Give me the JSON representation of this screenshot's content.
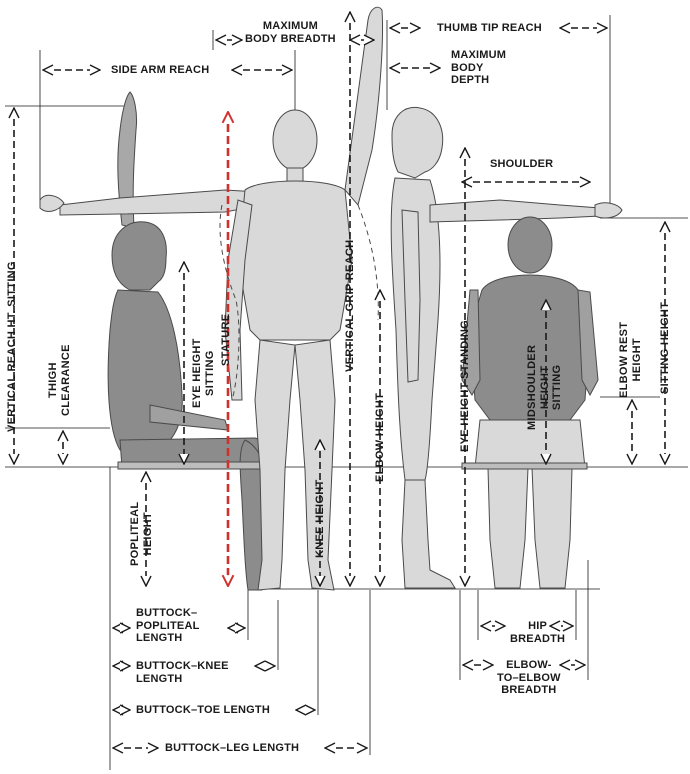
{
  "labels": {
    "max_body_breadth": "MAXIMUM\nBODY BREADTH",
    "thumb_tip_reach": "THUMB TIP REACH",
    "side_arm_reach": "SIDE ARM REACH",
    "max_body_depth": "MAXIMUM\nBODY\nDEPTH",
    "shoulder": "SHOULDER",
    "vertical_reach_sitting": "VERTICAL REACH HT. SITTING",
    "thigh_clearance": "THIGH\nCLEARANCE",
    "eye_height_sitting": "EYE HEIGHT\nSITTING",
    "stature": "STATURE",
    "vertical_grip_reach": "VERTICAL GRIP REACH",
    "elbow_height": "ELBOW HEIGHT",
    "eye_height_standing": "EYE HEIGHT STANDING",
    "midshoulder_height_sitting": "MIDSHOULDER\nHEIGHT\nSITTING",
    "elbow_rest_height": "ELBOW REST\nHEIGHT",
    "sitting_height": "SITTING HEIGHT",
    "popliteal_height": "POPLITEAL\nHEIGHT",
    "knee_height": "KNEE HEIGHT",
    "buttock_popliteal_length": "BUTTOCK–\nPOPLITEAL\nLENGTH",
    "buttock_knee_length": "BUTTOCK–KNEE\nLENGTH",
    "buttock_toe_length": "BUTTOCK–TOE LENGTH",
    "buttock_leg_length": "BUTTOCK–LEG LENGTH",
    "hip_breadth": "HIP\nBREADTH",
    "elbow_to_elbow_breadth": "ELBOW-\nTO–ELBOW\nBREADTH"
  },
  "colors": {
    "line": "#1a1a1a",
    "figure_light": "#d9d9d9",
    "figure_dark": "#8c8c8c",
    "figure_dark_edge": "#5a5a5a",
    "stature_arrow": "#d0312d",
    "seat": "#bdbdbd"
  }
}
